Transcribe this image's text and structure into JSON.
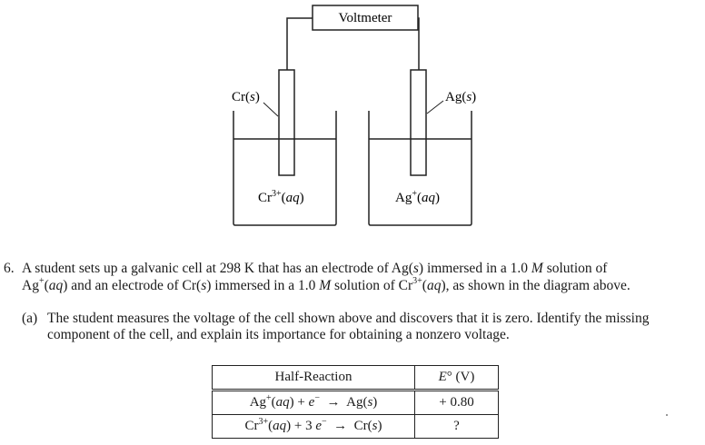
{
  "diagram": {
    "voltmeter_label": "Voltmeter",
    "left_electrode_label": "Cr(s)",
    "right_electrode_label": "Ag(s)",
    "left_solution_label": "Cr3+(aq)",
    "right_solution_label": "Ag+(aq)"
  },
  "question": {
    "number": "6.",
    "line1": "A student sets up a galvanic cell at 298 K that has an electrode of Ag(s) immersed in a 1.0 M solution of",
    "line2": "Ag+(aq) and an electrode of Cr(s) immersed in a 1.0 M solution of Cr3+(aq), as shown in the diagram above.",
    "part_a_label": "(a)",
    "part_a_line1": "The student measures the voltage of the cell shown above and discovers that it is zero. Identify the missing",
    "part_a_line2": "component of the cell, and explain its importance for obtaining a nonzero voltage."
  },
  "table": {
    "headers": [
      "Half-Reaction",
      "E° (V)"
    ],
    "rows": [
      {
        "reaction": "Ag+(aq) + e− → Ag(s)",
        "potential": "+ 0.80"
      },
      {
        "reaction": "Cr3+(aq) + 3 e− → Cr(s)",
        "potential": "?"
      }
    ]
  }
}
